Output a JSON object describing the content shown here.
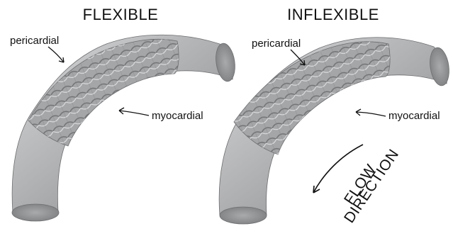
{
  "panels": [
    {
      "title": "FLEXIBLE",
      "top_label": "pericardial",
      "bottom_label": "myocardial"
    },
    {
      "title": "INFLEXIBLE",
      "top_label": "pericardial",
      "bottom_label": "myocardial"
    }
  ],
  "flow": {
    "line1": "FLOW",
    "line2": "DIRECTION"
  },
  "colors": {
    "tube_dark": "#8e8f91",
    "tube_mid": "#b4b5b7",
    "tube_light": "#d5d6d8",
    "text": "#111111"
  }
}
